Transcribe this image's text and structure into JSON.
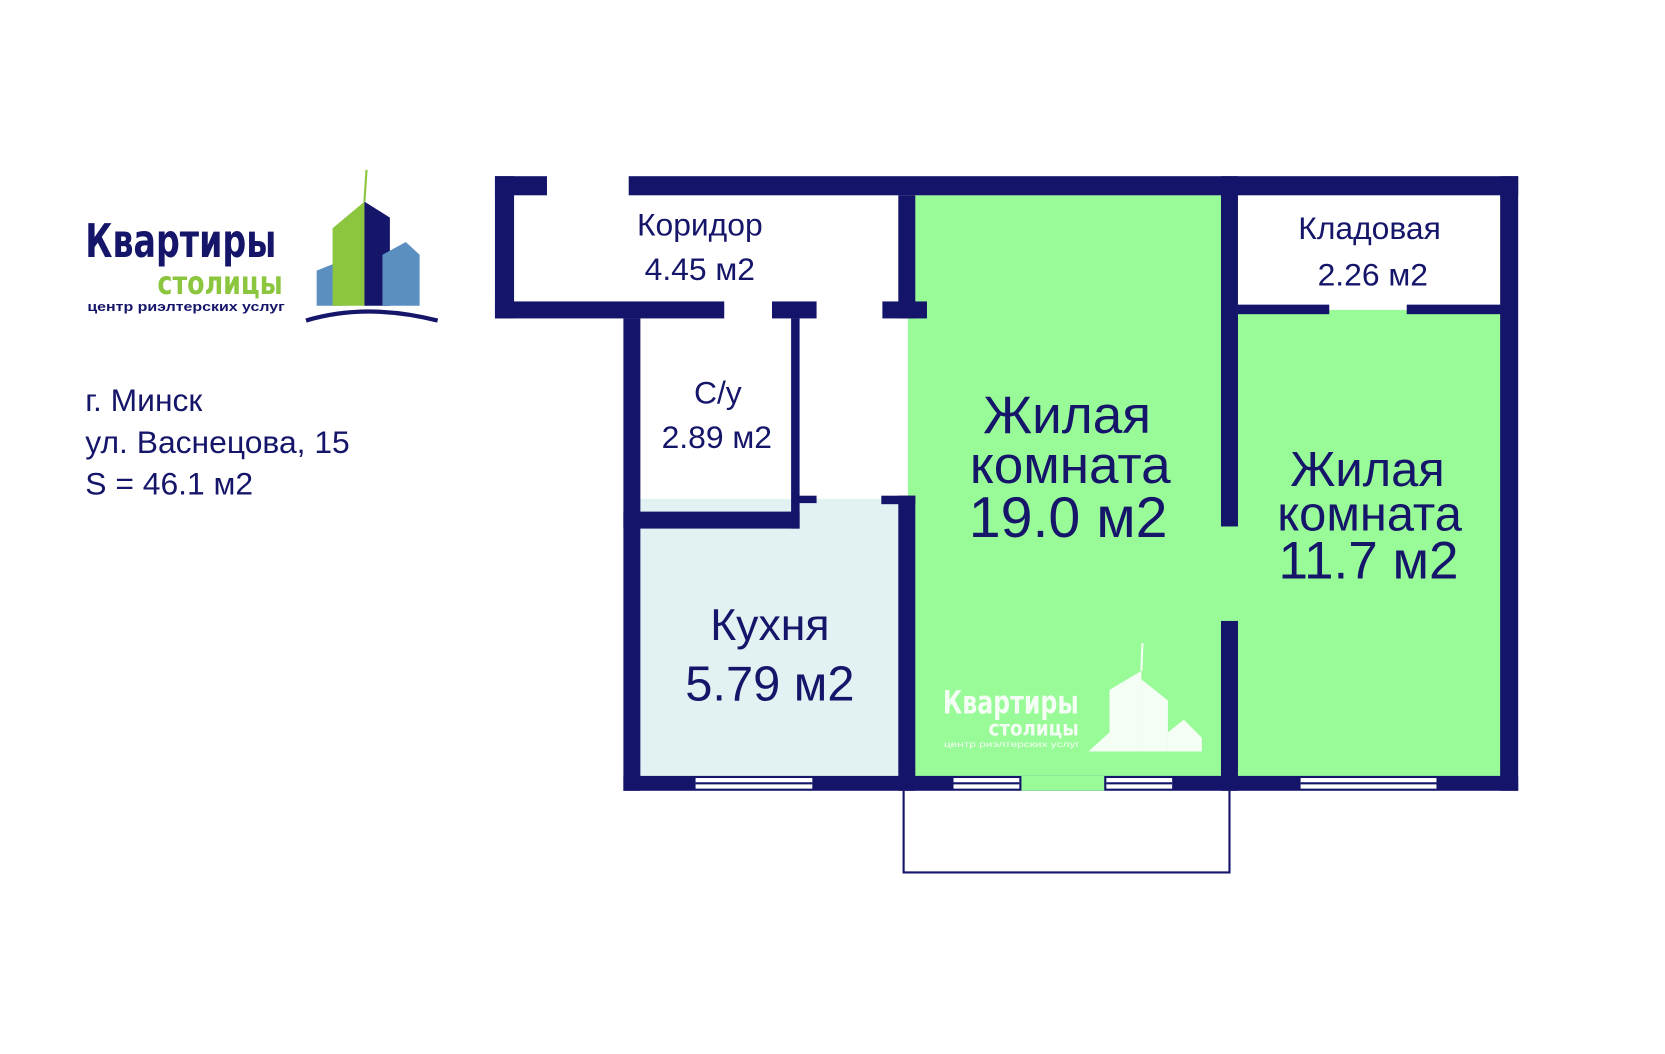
{
  "logo": {
    "line1": "Квартиры",
    "line2": "столицы",
    "tagline": "центр риэлтерских услуг"
  },
  "info": {
    "city": "г. Минск",
    "street": "ул. Васнецова, 15",
    "total_area": "S = 46.1 м2"
  },
  "rooms": {
    "corridor": {
      "name": "Коридор",
      "area": "4.45 м2"
    },
    "closet": {
      "name": "Кладовая",
      "area": "2.26 м2"
    },
    "bathroom": {
      "name": "С/у",
      "area": "2.89 м2"
    },
    "living1": {
      "name1": "Жилая",
      "name2": "комната",
      "area": "19.0 м2"
    },
    "living2": {
      "name1": "Жилая",
      "name2": "комната",
      "area": "11.7 м2"
    },
    "kitchen": {
      "name": "Кухня",
      "area": "5.79 м2"
    }
  },
  "colors": {
    "wall": "#14146a",
    "living": "#98fb98",
    "kitchen": "#e2f1f1",
    "logo_green": "#8cc63f",
    "logo_blue": "#4a7fb0"
  }
}
